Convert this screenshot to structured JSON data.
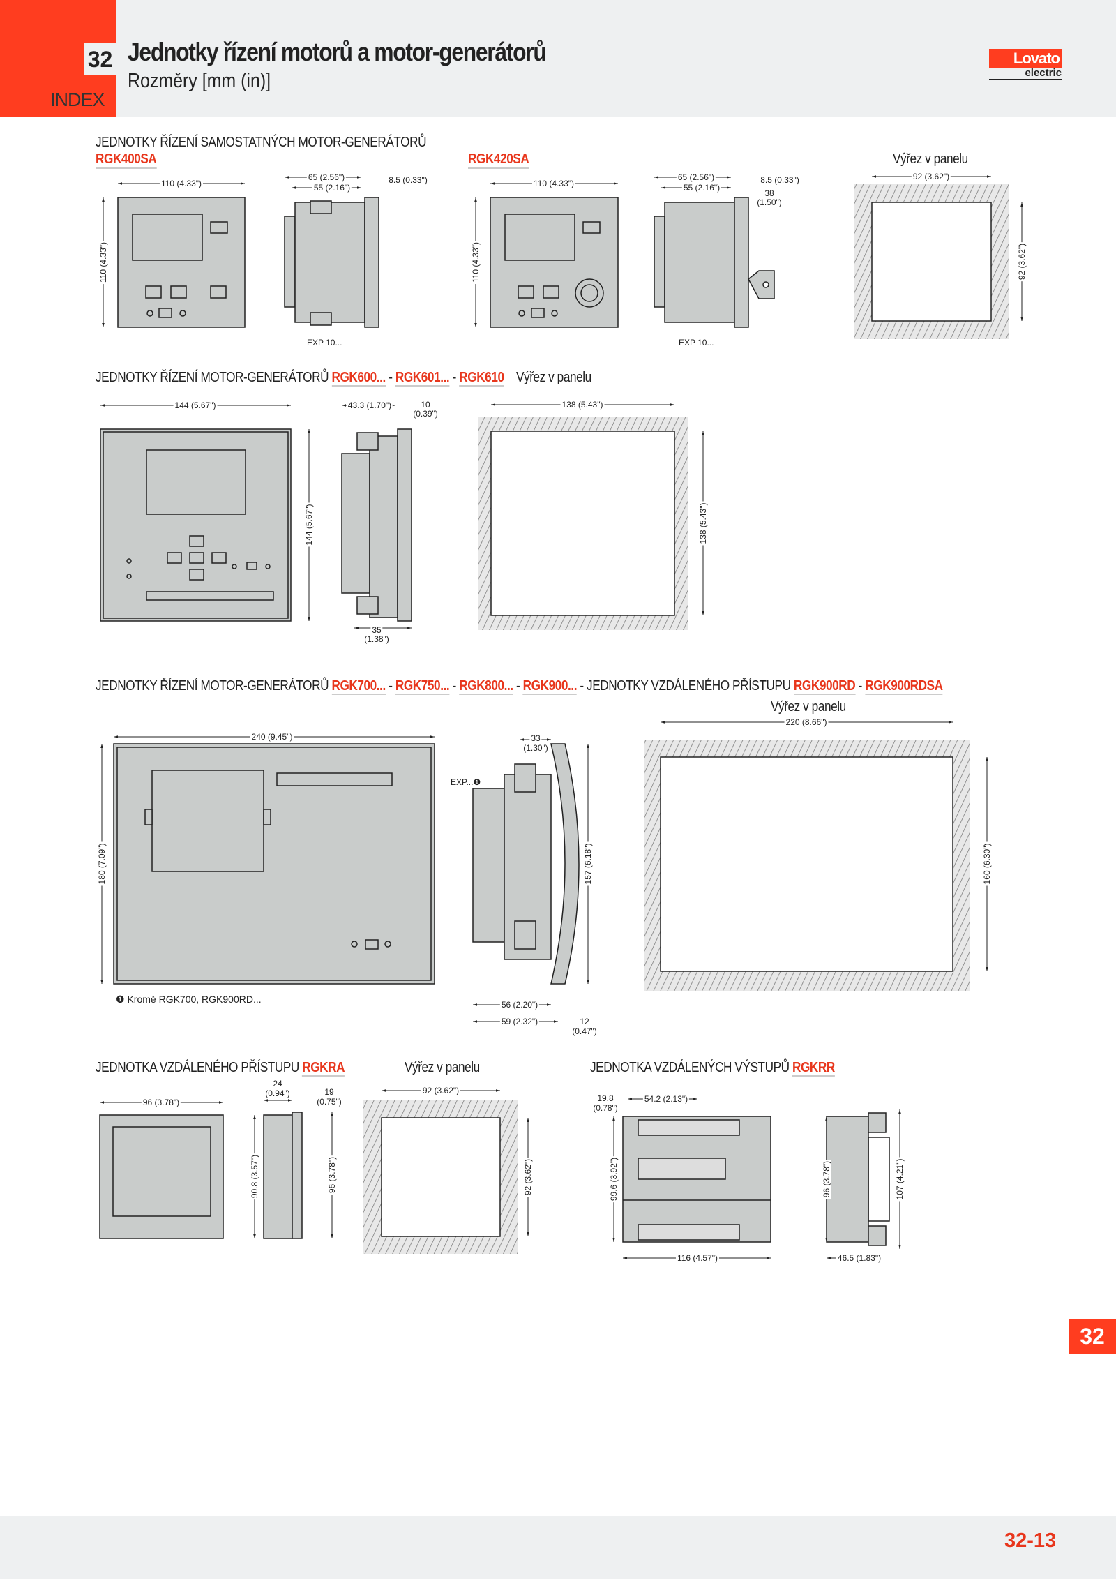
{
  "header": {
    "chapter": "32",
    "title": "Jednotky řízení motorů a motor-generátorů",
    "subtitle": "Rozměry [mm (in)]",
    "index_label": "INDEX",
    "logo_text": "Lovato",
    "logo_sub": "electric"
  },
  "section1": {
    "heading": "JEDNOTKY ŘÍZENÍ SAMOSTATNÝCH MOTOR-GENERÁTORŮ",
    "model_a": "RGK400SA",
    "model_b": "RGK420SA",
    "cutout_label": "Výřez v panelu",
    "dims": {
      "w110": "110 (4.33\")",
      "h110": "110 (4.33\")",
      "d65": "65 (2.56\")",
      "d55": "55 (2.16\")",
      "d85": "8.5 (0.33\")",
      "exp": "EXP 10...",
      "w110b": "110 (4.33\")",
      "h110b": "110 (4.33\")",
      "d65b": "65 (2.56\")",
      "d55b": "55 (2.16\")",
      "d85b": "8.5 (0.33\")",
      "d38": "38",
      "d38in": "(1.50\")",
      "expb": "EXP 10...",
      "cw92": "92 (3.62\")",
      "ch92": "92 (3.62\")"
    }
  },
  "section2": {
    "heading_prefix": "JEDNOTKY ŘÍZENÍ MOTOR-GENERÁTORŮ",
    "models": [
      "RGK600...",
      "RGK601...",
      "RGK610"
    ],
    "sep": "-",
    "cutout_label": "Výřez v panelu",
    "dims": {
      "w144": "144 (5.67\")",
      "h144": "144 (5.67\")",
      "d433": "43.3 (1.70\")",
      "d10": "10",
      "d10in": "(0.39\")",
      "d35": "35",
      "d35in": "(1.38\")",
      "cw138": "138 (5.43\")",
      "ch138": "138 (5.43\")"
    }
  },
  "section3": {
    "heading_prefix": "JEDNOTKY ŘÍZENÍ MOTOR-GENERÁTORŮ",
    "models": [
      "RGK700...",
      "RGK750...",
      "RGK800...",
      "RGK900..."
    ],
    "heading_mid": "JEDNOTKY VZDÁLENÉHO PŘÍSTUPU",
    "models2": [
      "RGK900RD",
      "RGK900RDSA"
    ],
    "sep": "-",
    "cutout_label": "Výřez v panelu",
    "footnote_mark": "❶",
    "footnote_text": "Kromě RGK700, RGK900RD...",
    "dims": {
      "w240": "240 (9.45\")",
      "h180": "180 (7.09\")",
      "d33": "33",
      "d33in": "(1.30\")",
      "exp": "EXP...❶",
      "h157": "157 (6.18\")",
      "d56": "56 (2.20\")",
      "d59": "59 (2.32\")",
      "d12": "12",
      "d12in": "(0.47\")",
      "cw220": "220 (8.66\")",
      "ch160": "160 (6.30\")"
    }
  },
  "section4": {
    "heading_a": "JEDNOTKA VZDÁLENÉHO PŘÍSTUPU",
    "model_a": "RGKRA",
    "cutout_label": "Výřez v panelu",
    "heading_b": "JEDNOTKA VZDÁLENÝCH VÝSTUPŮ",
    "model_b": "RGKRR",
    "dims": {
      "w96": "96 (3.78\")",
      "d24": "24",
      "d24in": "(0.94\")",
      "d19": "19",
      "d19in": "(0.75\")",
      "h908": "90.8 (3.57\")",
      "h96": "96 (3.78\")",
      "cw92": "92 (3.62\")",
      "ch92": "92 (3.62\")",
      "d198": "19.8",
      "d198in": "(0.78\")",
      "d542": "54.2 (2.13\")",
      "h996": "99.6 (3.92\")",
      "w116": "116 (4.57\")",
      "h96b": "96 (3.78\")",
      "h107": "107 (4.21\")",
      "d465": "46.5 (1.83\")"
    }
  },
  "side_tab": "32",
  "footer": {
    "page": "32-13"
  },
  "colors": {
    "accent": "#ff3d1f",
    "device_fill": "#c9cccb",
    "band": "#eef0f1"
  }
}
